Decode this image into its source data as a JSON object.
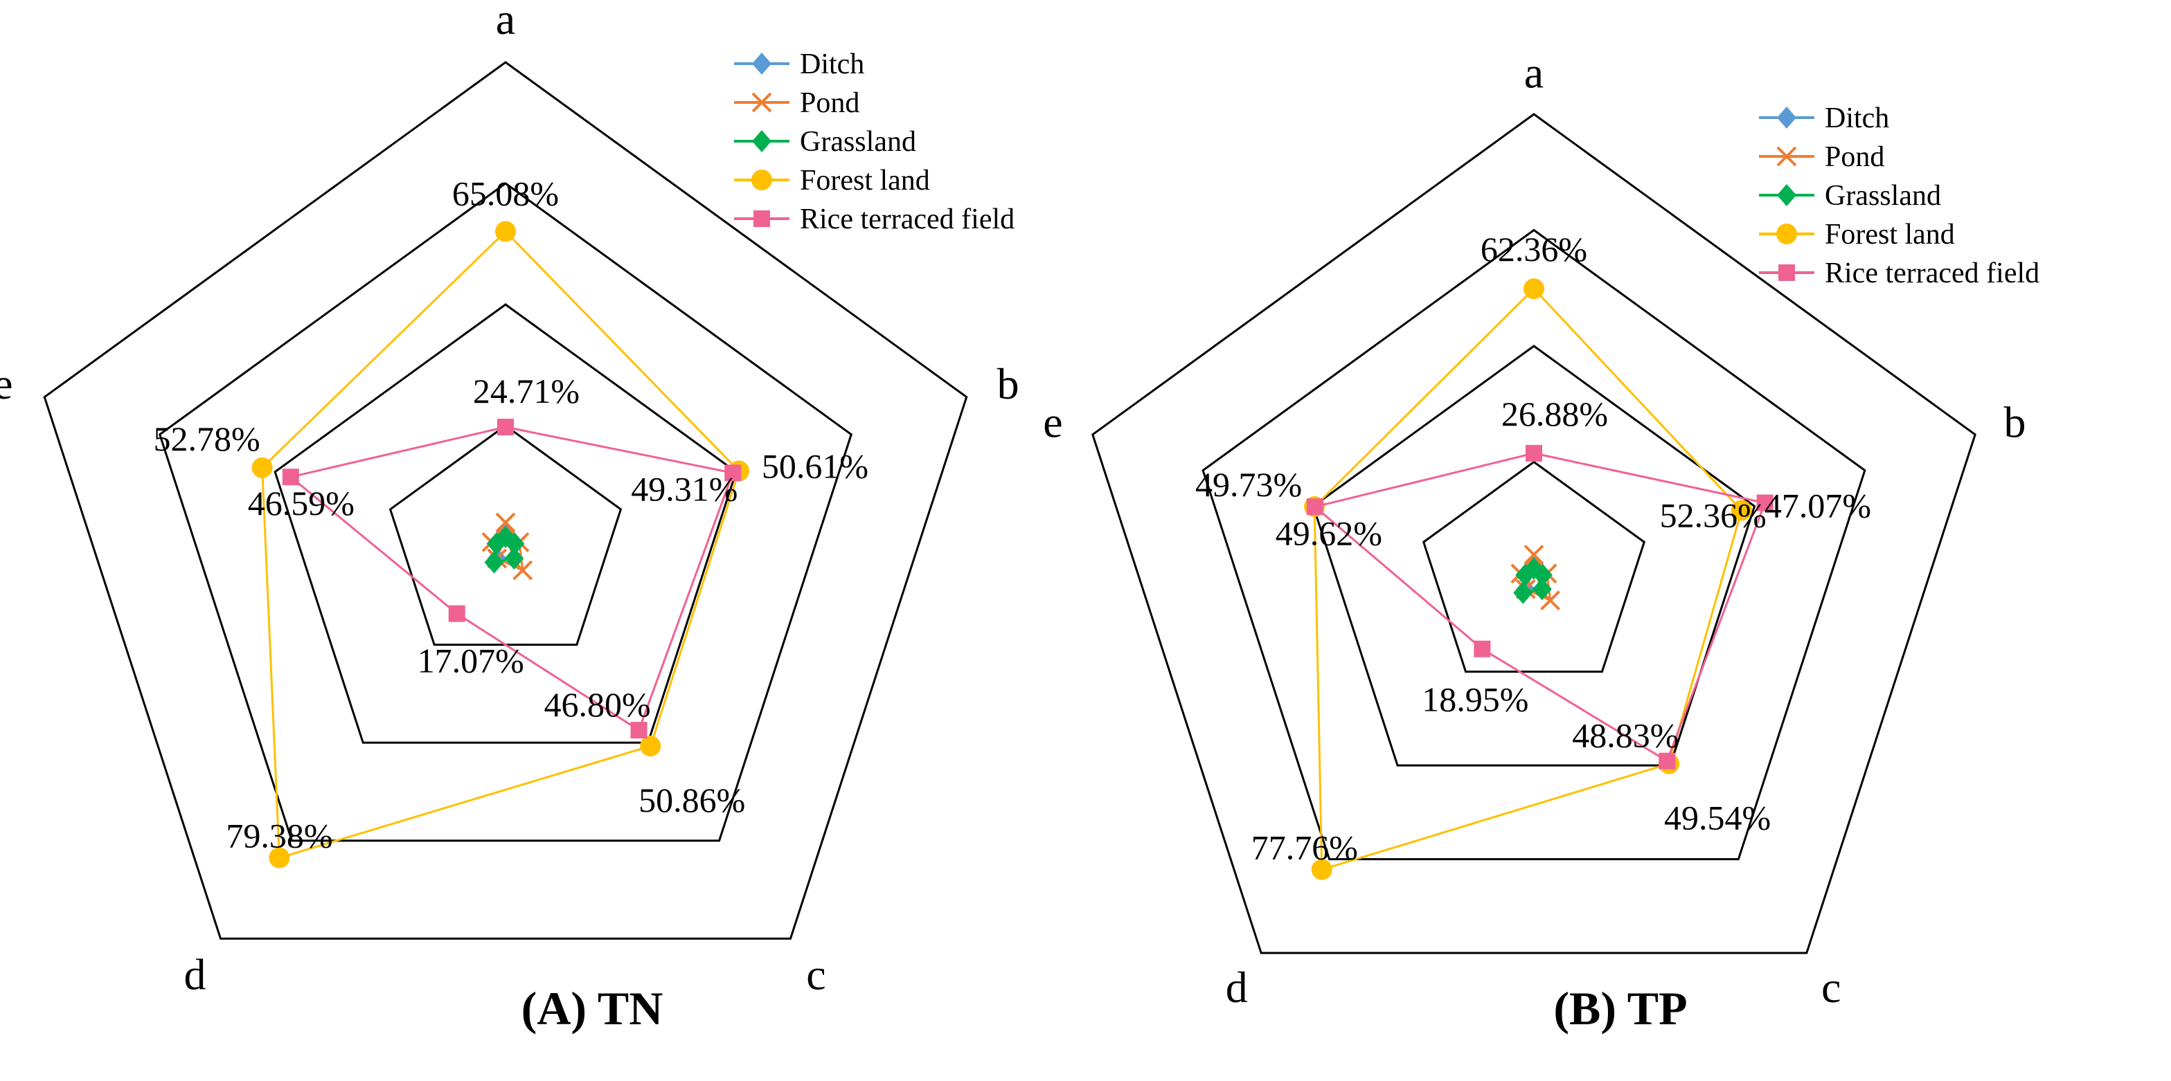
{
  "chart_data": [
    {
      "type": "radar",
      "title": "(A) TN",
      "axes": [
        "a",
        "b",
        "c",
        "d",
        "e"
      ],
      "rings": 4,
      "series": [
        {
          "name": "Ditch",
          "color": "#5B9BD5",
          "marker": "diamond",
          "values": [
            3,
            2,
            3,
            3,
            2
          ]
        },
        {
          "name": "Pond",
          "color": "#ED7D31",
          "marker": "x",
          "values": [
            5,
            3,
            6,
            3,
            3
          ]
        },
        {
          "name": "Grassland",
          "color": "#00B050",
          "marker": "diamond",
          "values": [
            2,
            2,
            3,
            4,
            2
          ]
        },
        {
          "name": "Forest land",
          "color": "#FFC000",
          "marker": "circle",
          "values": [
            65.08,
            50.61,
            50.86,
            79.38,
            52.78
          ]
        },
        {
          "name": "Rice terraced field",
          "color": "#F06292",
          "marker": "square",
          "values": [
            24.71,
            49.31,
            46.8,
            17.07,
            46.59
          ]
        }
      ],
      "labels": {
        "forest": [
          "65.08%",
          "50.61%",
          "50.86%",
          "79.38%",
          "52.78%"
        ],
        "rice": [
          "24.71%",
          "49.31%",
          "46.80%",
          "17.07%",
          "46.59%"
        ]
      }
    },
    {
      "type": "radar",
      "title": "(B) TP",
      "axes": [
        "a",
        "b",
        "c",
        "d",
        "e"
      ],
      "rings": 4,
      "series": [
        {
          "name": "Ditch",
          "color": "#5B9BD5",
          "marker": "diamond",
          "values": [
            3,
            2,
            3,
            3,
            2
          ]
        },
        {
          "name": "Pond",
          "color": "#ED7D31",
          "marker": "x",
          "values": [
            5,
            3,
            6,
            3,
            3
          ]
        },
        {
          "name": "Grassland",
          "color": "#00B050",
          "marker": "diamond",
          "values": [
            2,
            2,
            3,
            4,
            2
          ]
        },
        {
          "name": "Forest land",
          "color": "#FFC000",
          "marker": "circle",
          "values": [
            62.36,
            47.07,
            49.54,
            77.76,
            49.73
          ]
        },
        {
          "name": "Rice terraced field",
          "color": "#F06292",
          "marker": "square",
          "values": [
            26.88,
            52.36,
            48.83,
            18.95,
            49.62
          ]
        }
      ],
      "labels": {
        "forest": [
          "62.36%",
          "47.07%",
          "49.54%",
          "77.76%",
          "49.73%"
        ],
        "rice": [
          "26.88%",
          "52.36%",
          "48.83%",
          "18.95%",
          "49.62%"
        ]
      }
    }
  ]
}
